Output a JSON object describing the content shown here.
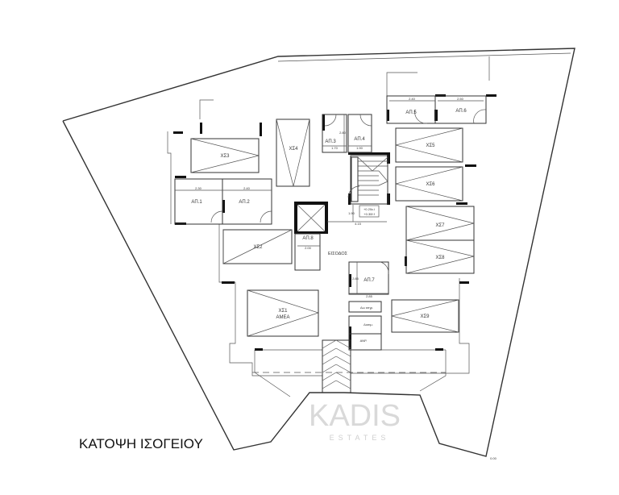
{
  "drawing": {
    "title": "ΚΑΤΟΨΗ ΙΣΟΓΕΙΟΥ",
    "level_mark": "0.00",
    "watermark": {
      "brand": "KADIS",
      "sub": "ESTATES"
    },
    "entrance_label": "ΕΙΣΟΔΟΣ",
    "elevation_labels": [
      "+0.20c.i",
      "+0.30f.f"
    ],
    "parking": [
      {
        "id": "ΧΣ1",
        "note": "ΑΜΕΑ"
      },
      {
        "id": "ΧΣ2"
      },
      {
        "id": "ΧΣ3"
      },
      {
        "id": "ΧΣ4"
      },
      {
        "id": "ΧΣ5"
      },
      {
        "id": "ΧΣ6"
      },
      {
        "id": "ΧΣ7"
      },
      {
        "id": "ΧΣ8"
      },
      {
        "id": "ΧΣ9"
      }
    ],
    "storage": [
      "ΑΠ.1",
      "ΑΠ.2",
      "ΑΠ.3",
      "ΑΠ.4",
      "ΑΠ.5",
      "ΑΠ.6",
      "ΑΠ.7",
      "ΑΠ.8"
    ],
    "small_rooms": [
      "Δω κτηρ.",
      "Δοσιμ.",
      "ΑΝΡ."
    ],
    "dimensions": [
      "2.30",
      "2.40",
      "1.70",
      "1.90",
      "2.80",
      "2.40",
      "2.50",
      "4.15",
      "1.90",
      "2.85",
      "2.85",
      "2.00"
    ]
  }
}
